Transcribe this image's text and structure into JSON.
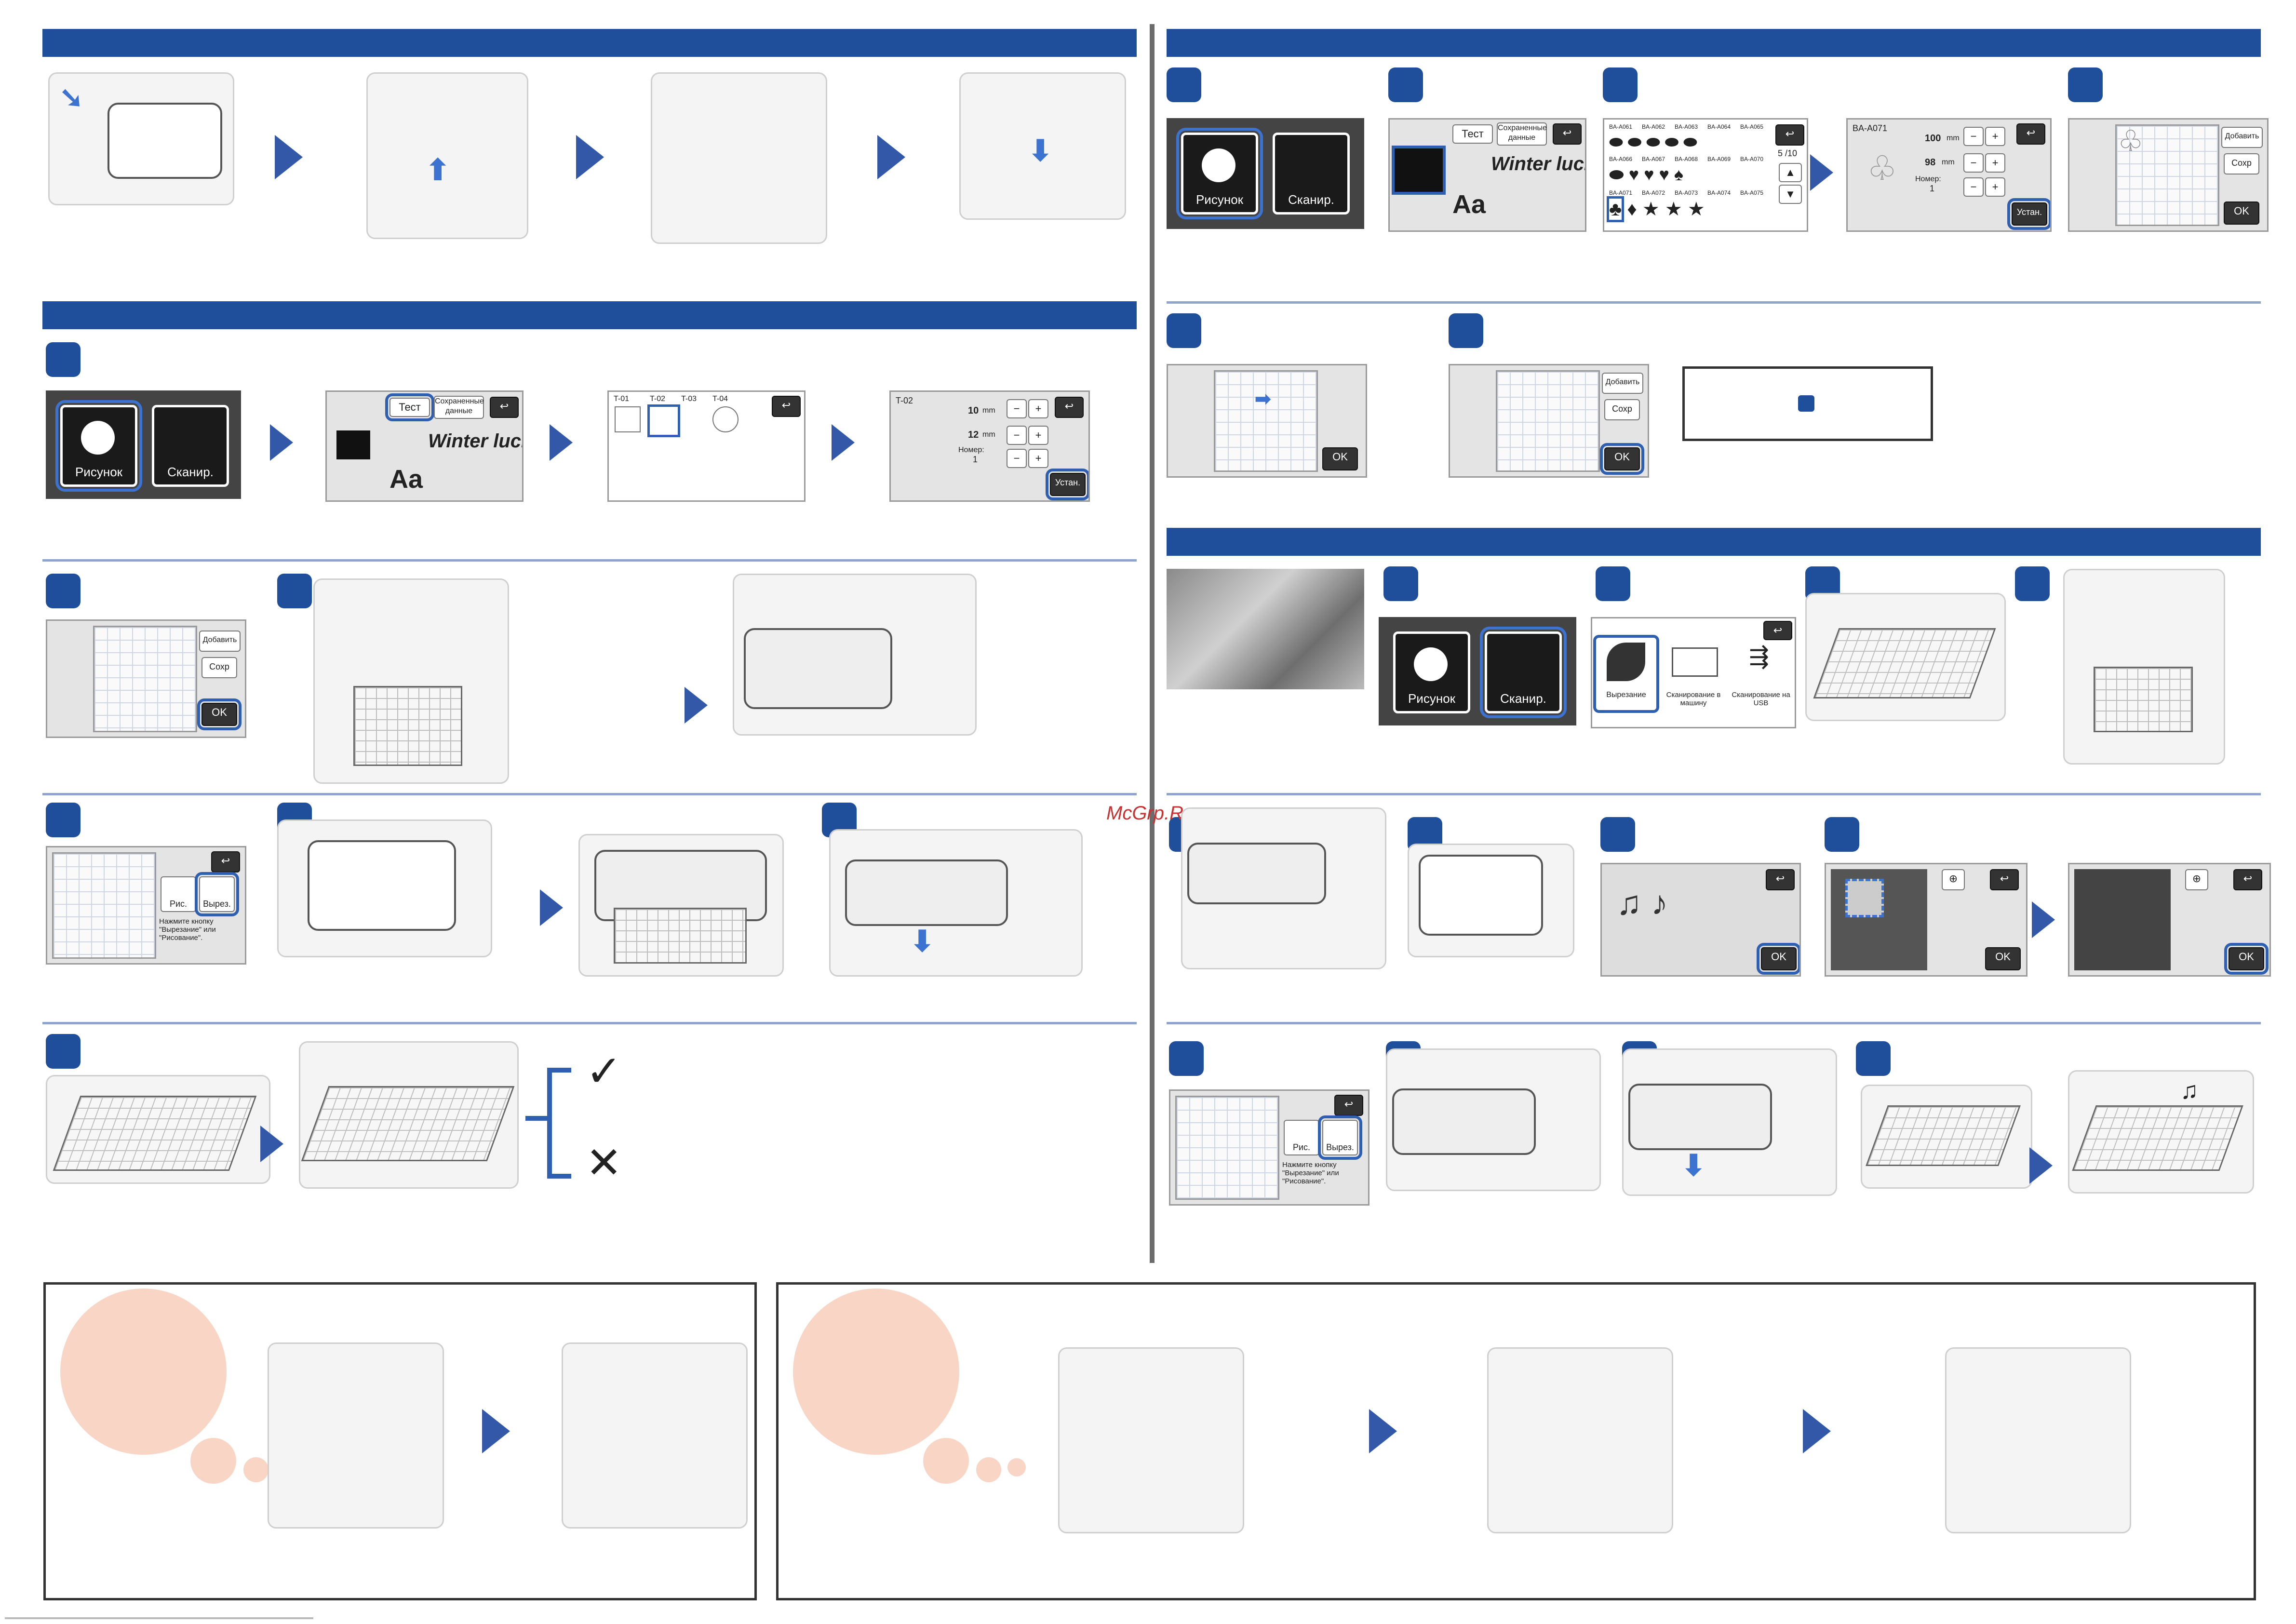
{
  "screens": {
    "pattern_label": "Рисунок",
    "scan_label": "Сканир.",
    "test_label": "Тест",
    "saved_data_label": "Сохраненные данные",
    "winter_lucky": "Winter lucky",
    "aa_label": "Aa",
    "ok_label": "OK",
    "set_label": "Устан.",
    "add_label": "Добавить",
    "save_label": "Сохр",
    "draw_label": "Рис.",
    "cut_label": "Вырез.",
    "prompt_text": "Нажмите кнопку \"Вырезание\" или \"Рисование\".",
    "t01": "T-01",
    "t02": "T-02",
    "t03": "T-03",
    "t04": "T-04",
    "t02_width": "10",
    "t02_height": "12",
    "t02_number_label": "Номер:",
    "t02_number": "1",
    "unit_mm": "mm",
    "ba_a071": "BA-A071",
    "ba_width": "100",
    "ba_height": "98",
    "ba_number_label": "Номер:",
    "ba_number": "1",
    "page_indicator": "5 /10",
    "ba_codes_row1": [
      "BA-A061",
      "BA-A062",
      "BA-A063",
      "BA-A064",
      "BA-A065"
    ],
    "ba_codes_row2": [
      "BA-A066",
      "BA-A067",
      "BA-A068",
      "BA-A069",
      "BA-A070"
    ],
    "ba_codes_row3": [
      "BA-A071",
      "BA-A072",
      "BA-A073",
      "BA-A074",
      "BA-A075"
    ],
    "scan_cut_label": "Вырезание",
    "scan_to_machine_label": "Сканирование в машину",
    "scan_to_usb_label": "Сканирование на USB"
  },
  "watermark": "McGrp.Ru",
  "colors": {
    "header_blue": "#1f4e9a",
    "accent": "#3d73d0",
    "peach": "#f9d5c6"
  }
}
